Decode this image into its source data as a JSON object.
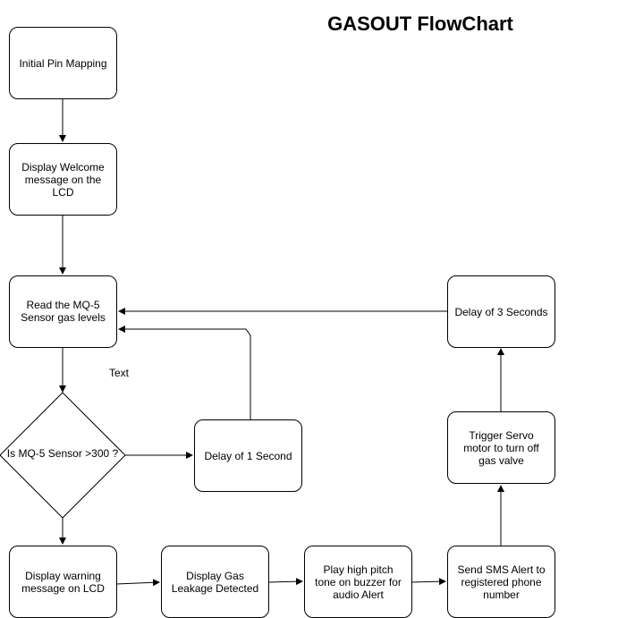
{
  "title": "GASOUT FlowChart",
  "nodes": {
    "pin_mapping": "Initial Pin Mapping",
    "welcome": "Display Welcome\nmessage on the\nLCD",
    "read_sensor": "Read the MQ-5\nSensor gas levels",
    "decision": "Is MQ-5 Sensor >300 ?",
    "delay_1": "Delay of 1 Second",
    "warning": "Display warning\nmessage on LCD",
    "leakage": "Display Gas\nLeakage Detected",
    "buzzer": "Play high pitch\ntone on buzzer for\naudio Alert",
    "sms": "Send SMS Alert to\nregistered phone\nnumber",
    "servo": "Trigger Servo\nmotor to turn off\ngas valve",
    "delay_3": "Delay of 3 Seconds"
  },
  "stray_text": "Text",
  "colors": {
    "stroke": "#000000",
    "background": "#ffffff"
  }
}
